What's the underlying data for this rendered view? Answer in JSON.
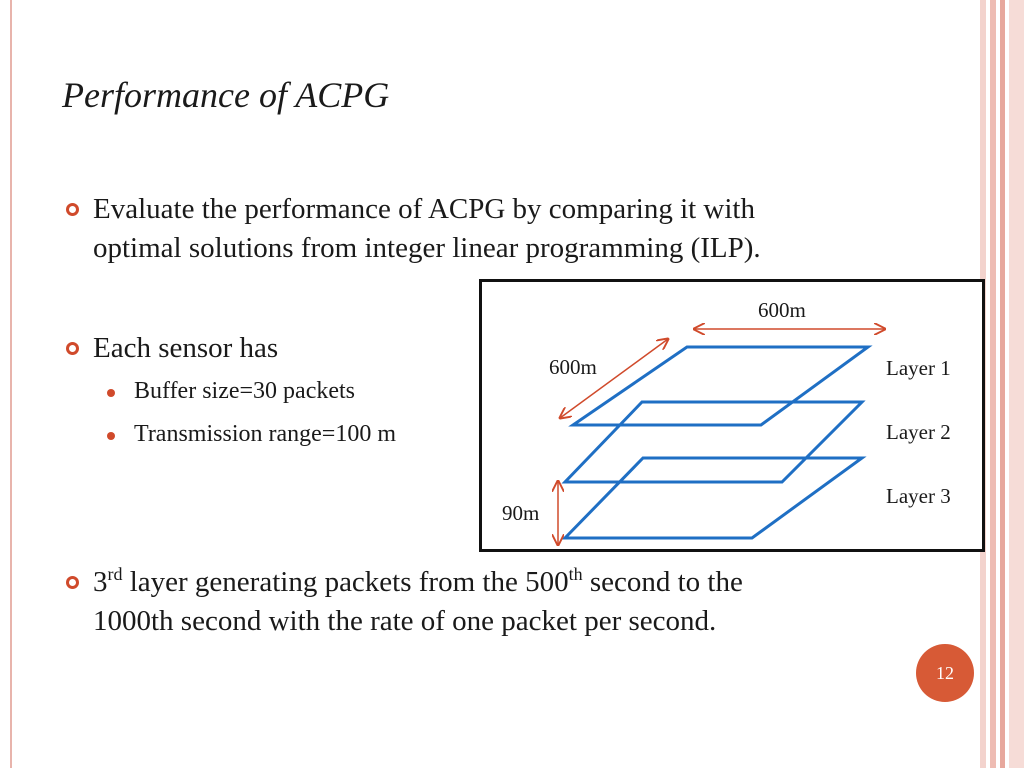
{
  "slide": {
    "title": "Performance of ACPG",
    "page_number": "12"
  },
  "bullets": [
    {
      "lines": [
        "Evaluate the performance of ACPG by comparing it with",
        "optimal solutions from integer linear programming (ILP)."
      ]
    },
    {
      "lines": [
        "Each sensor has"
      ],
      "sub": [
        "Buffer size=30 packets",
        "Transmission range=100 m"
      ]
    },
    {
      "line1_prefix": "3",
      "line1_sup1": "rd",
      "line1_mid": " layer generating packets from the 500",
      "line1_sup2": "th",
      "line1_suffix": " second to the",
      "line2": "1000th second with the rate of one packet per second."
    }
  ],
  "diagram": {
    "width_label": "600m",
    "depth_label": "600m",
    "height_label": "90m",
    "layers": [
      "Layer 1",
      "Layer 2",
      "Layer 3"
    ],
    "colors": {
      "layer_stroke": "#1f6fc4",
      "arrow": "#d04a2b"
    }
  }
}
